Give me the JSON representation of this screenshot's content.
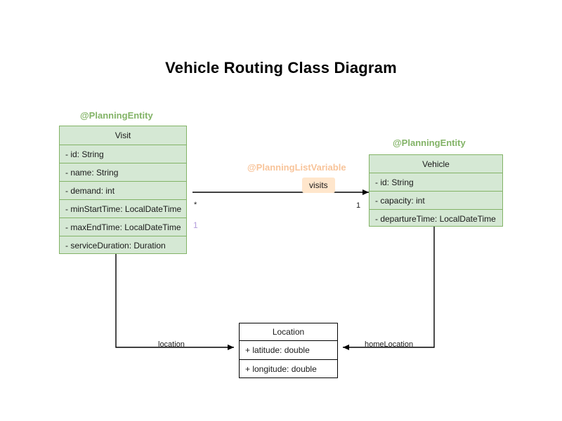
{
  "title": "Vehicle Routing Class Diagram",
  "classes": [
    {
      "id": "visit",
      "name": "Visit",
      "annotation": "@PlanningEntity",
      "attributes": [
        "- id: String",
        "- name: String",
        "- demand: int",
        "- minStartTime: LocalDateTime",
        "- maxEndTime: LocalDateTime",
        "- serviceDuration: Duration"
      ]
    },
    {
      "id": "vehicle",
      "name": "Vehicle",
      "annotation": "@PlanningEntity",
      "attributes": [
        "- id: String",
        "- capacity: int",
        "- departureTime: LocalDateTime"
      ]
    },
    {
      "id": "location",
      "name": "Location",
      "annotation": "",
      "attributes": [
        "+ latitude: double",
        "+ longitude: double"
      ]
    }
  ],
  "relations": {
    "vehicle_visits": {
      "annotation": "@PlanningListVariable",
      "label": "visits",
      "source_multiplicity": "1",
      "target_multiplicity": "*",
      "extra_multiplicity": "1"
    },
    "visit_location": {
      "label": "location"
    },
    "vehicle_home_location": {
      "label": "homeLocation"
    }
  },
  "colors": {
    "entity_fill": "#d5e8d4",
    "entity_stroke": "#82b366",
    "listvar": "#f8c49a",
    "label_fill": "#ffe6cc",
    "plain_stroke": "#000000",
    "lavender": "#b39ddb"
  }
}
